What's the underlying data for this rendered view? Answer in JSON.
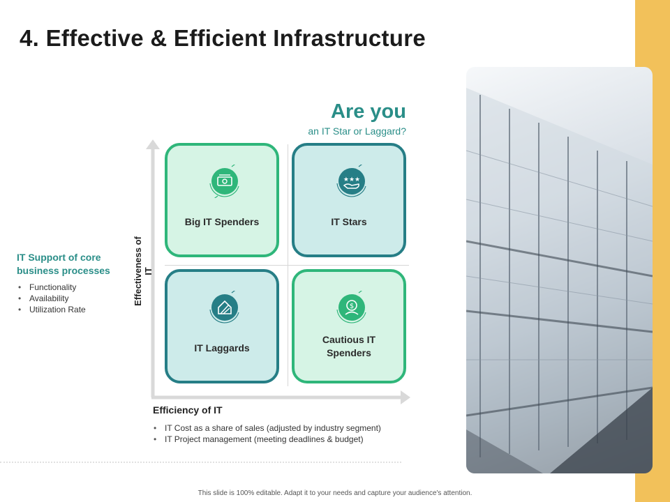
{
  "slide": {
    "title": "4. Effective & Efficient Infrastructure",
    "footer": "This slide is 100% editable. Adapt it to your needs and capture your audience's attention.",
    "accent_color": "#f2c15a",
    "teal_color": "#2a8e88",
    "green_color": "#2fb67a"
  },
  "question": {
    "big": "Are you",
    "small": "an IT Star or Laggard?"
  },
  "quadrants": [
    {
      "label": "Big IT Spenders",
      "icon": "money-icon"
    },
    {
      "label": "IT Stars",
      "icon": "stars-hand-icon"
    },
    {
      "label": "IT Laggards",
      "icon": "house-hand-icon"
    },
    {
      "label": "Cautious IT\nSpenders",
      "icon": "dollar-person-icon"
    }
  ],
  "left_panel": {
    "title": "IT Support of core business processes",
    "items": [
      "Functionality",
      "Availability",
      "Utilization Rate"
    ]
  },
  "y_axis": {
    "label": "Effectiveness of IT"
  },
  "x_axis": {
    "label": "Efficiency of IT",
    "items": [
      "IT Cost as a share of sales (adjusted by industry segment)",
      "IT Project management (meeting deadlines & budget)"
    ]
  },
  "image": {
    "subject": "glass-building-photo"
  }
}
